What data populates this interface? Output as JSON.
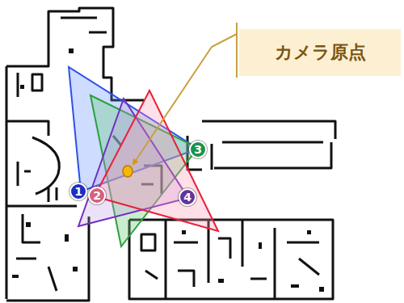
{
  "diagram": {
    "nodes": [
      {
        "text": [
          "カメラ原点"
        ]
      },
      {
        "text": [
          "1"
        ]
      },
      {
        "text": [
          "2"
        ]
      },
      {
        "text": [
          "3"
        ]
      },
      {
        "text": [
          "4"
        ]
      }
    ]
  }
}
